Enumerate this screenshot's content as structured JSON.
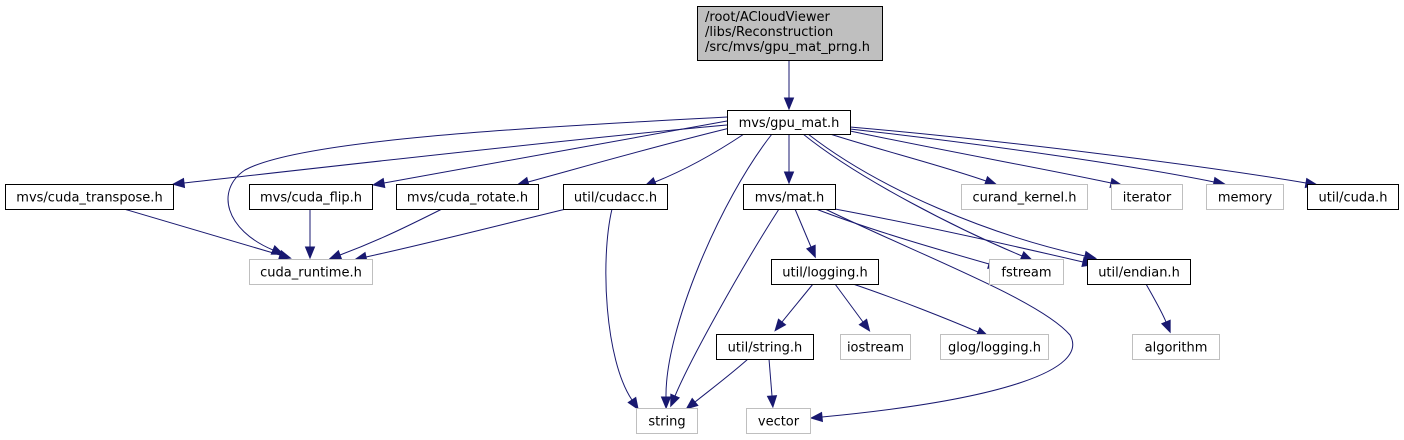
{
  "diagram": {
    "type": "include-dependency-graph",
    "root": {
      "id": "root",
      "lines": [
        "/root/ACloudViewer",
        "/libs/Reconstruction",
        "/src/mvs/gpu_mat_prng.h"
      ]
    },
    "nodes": [
      {
        "id": "gpu_mat",
        "label": "mvs/gpu_mat.h",
        "kind": "internal"
      },
      {
        "id": "cuda_transpose",
        "label": "mvs/cuda_transpose.h",
        "kind": "internal"
      },
      {
        "id": "cuda_flip",
        "label": "mvs/cuda_flip.h",
        "kind": "internal"
      },
      {
        "id": "cuda_rotate",
        "label": "mvs/cuda_rotate.h",
        "kind": "internal"
      },
      {
        "id": "cudacc",
        "label": "util/cudacc.h",
        "kind": "internal"
      },
      {
        "id": "mat",
        "label": "mvs/mat.h",
        "kind": "internal"
      },
      {
        "id": "curand_kernel",
        "label": "curand_kernel.h",
        "kind": "external"
      },
      {
        "id": "iterator",
        "label": "iterator",
        "kind": "external"
      },
      {
        "id": "memory",
        "label": "memory",
        "kind": "external"
      },
      {
        "id": "util_cuda",
        "label": "util/cuda.h",
        "kind": "internal"
      },
      {
        "id": "cuda_runtime",
        "label": "cuda_runtime.h",
        "kind": "external"
      },
      {
        "id": "logging",
        "label": "util/logging.h",
        "kind": "internal"
      },
      {
        "id": "fstream",
        "label": "fstream",
        "kind": "external"
      },
      {
        "id": "endian",
        "label": "util/endian.h",
        "kind": "internal"
      },
      {
        "id": "util_string",
        "label": "util/string.h",
        "kind": "internal"
      },
      {
        "id": "iostream",
        "label": "iostream",
        "kind": "external"
      },
      {
        "id": "glog",
        "label": "glog/logging.h",
        "kind": "external"
      },
      {
        "id": "algorithm",
        "label": "algorithm",
        "kind": "external"
      },
      {
        "id": "string",
        "label": "string",
        "kind": "external"
      },
      {
        "id": "vector",
        "label": "vector",
        "kind": "external"
      }
    ],
    "edges": [
      [
        "root",
        "gpu_mat"
      ],
      [
        "gpu_mat",
        "cuda_transpose"
      ],
      [
        "gpu_mat",
        "cuda_runtime"
      ],
      [
        "gpu_mat",
        "cuda_flip"
      ],
      [
        "gpu_mat",
        "cuda_rotate"
      ],
      [
        "gpu_mat",
        "cudacc"
      ],
      [
        "gpu_mat",
        "string"
      ],
      [
        "gpu_mat",
        "mat"
      ],
      [
        "gpu_mat",
        "fstream"
      ],
      [
        "gpu_mat",
        "endian"
      ],
      [
        "gpu_mat",
        "curand_kernel"
      ],
      [
        "gpu_mat",
        "iterator"
      ],
      [
        "gpu_mat",
        "memory"
      ],
      [
        "gpu_mat",
        "util_cuda"
      ],
      [
        "cuda_transpose",
        "cuda_runtime"
      ],
      [
        "cuda_flip",
        "cuda_runtime"
      ],
      [
        "cuda_rotate",
        "cuda_runtime"
      ],
      [
        "cudacc",
        "cuda_runtime"
      ],
      [
        "cudacc",
        "string"
      ],
      [
        "mat",
        "string"
      ],
      [
        "mat",
        "logging"
      ],
      [
        "mat",
        "fstream"
      ],
      [
        "mat",
        "endian"
      ],
      [
        "mat",
        "vector"
      ],
      [
        "logging",
        "util_string"
      ],
      [
        "logging",
        "iostream"
      ],
      [
        "logging",
        "glog"
      ],
      [
        "util_string",
        "string"
      ],
      [
        "util_string",
        "vector"
      ],
      [
        "endian",
        "algorithm"
      ]
    ],
    "colors": {
      "edge": "#191970",
      "root_fill": "#bfbfbf",
      "internal_border": "#000000",
      "external_border": "#bfbfbf"
    }
  }
}
